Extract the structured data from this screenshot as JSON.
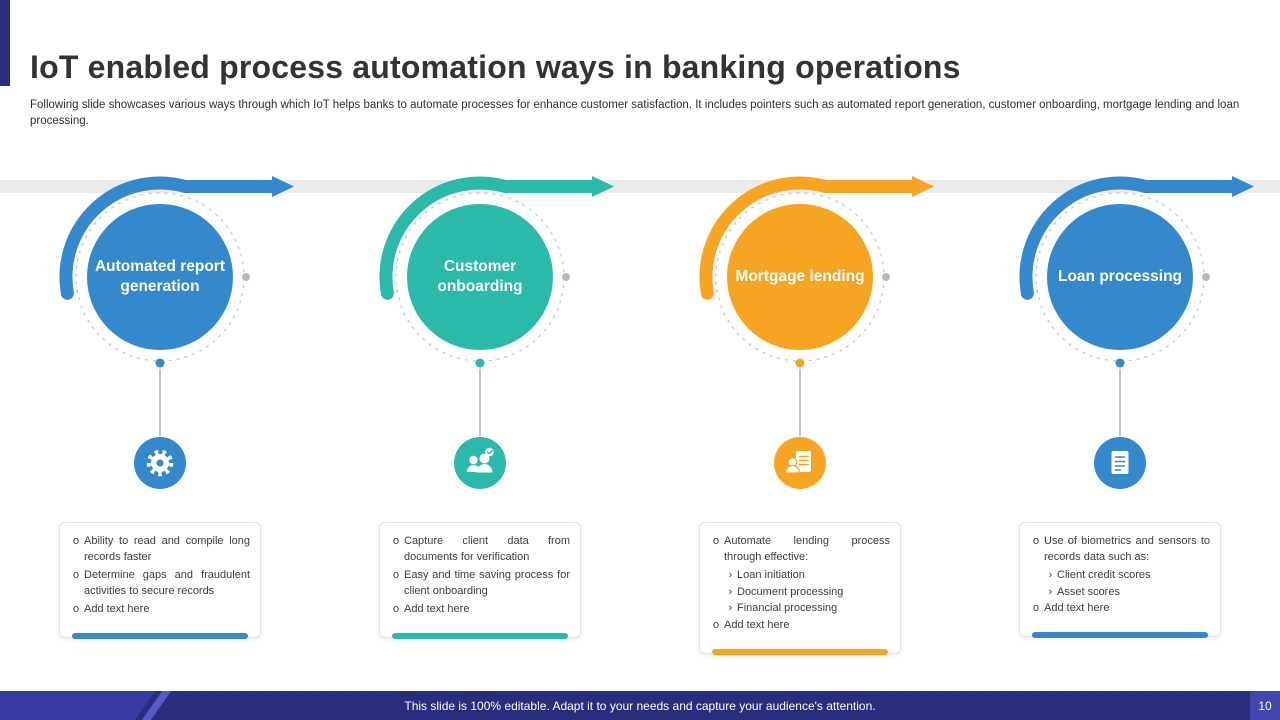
{
  "slide": {
    "title": "IoT enabled process automation ways in banking operations",
    "subtitle": "Following slide showcases various ways through which IoT helps banks to automate processes for enhance customer satisfaction. It includes pointers such as automated report generation, customer onboarding, mortgage lending and loan processing.",
    "footer_note": "This slide is 100% editable. Adapt it to your needs and capture your audience's attention.",
    "page_number": "10"
  },
  "colors": {
    "blue": "#3389cb",
    "teal": "#2bb9a9",
    "orange": "#f6a522",
    "navy": "#2a2d7e",
    "band_gray": "#ebebeb"
  },
  "columns": [
    {
      "title": "Automated report generation",
      "color": "#3389cb",
      "icon": "automation-gear-icon",
      "bullets": [
        {
          "text": "Ability to read and compile long records faster"
        },
        {
          "text": "Determine gaps and fraudulent activities to secure records"
        },
        {
          "text": "Add text here"
        }
      ]
    },
    {
      "title": "Customer onboarding",
      "color": "#2bb9a9",
      "icon": "customer-group-icon",
      "bullets": [
        {
          "text": "Capture client data from documents for verification"
        },
        {
          "text": "Easy and time saving process for client onboarding"
        },
        {
          "text": "Add text here"
        }
      ]
    },
    {
      "title": "Mortgage lending",
      "color": "#f6a522",
      "icon": "mortgage-ledger-icon",
      "bullets": [
        {
          "text": "Automate lending process through effective:",
          "subs": [
            "Loan initiation",
            "Document processing",
            "Financial processing"
          ]
        },
        {
          "text": "Add text here"
        }
      ]
    },
    {
      "title": "Loan processing",
      "color": "#3389cb",
      "icon": "loan-document-icon",
      "bullets": [
        {
          "text": "Use of biometrics and sensors to records data such as:",
          "subs": [
            "Client credit scores",
            "Asset scores"
          ]
        },
        {
          "text": "Add text here"
        }
      ]
    }
  ]
}
